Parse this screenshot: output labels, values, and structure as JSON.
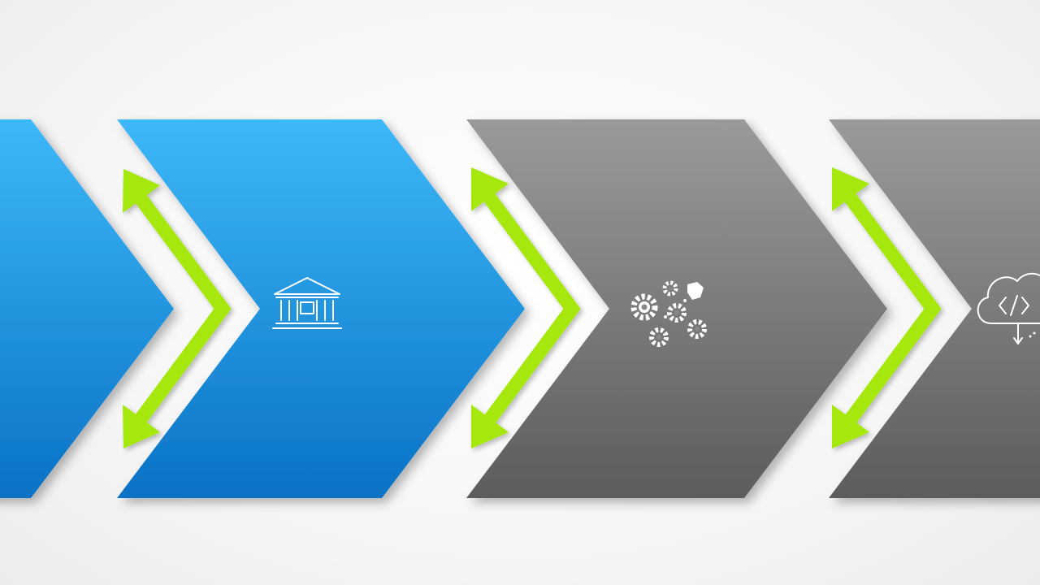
{
  "diagram": {
    "type": "chevron-process-flow",
    "colors": {
      "blue_top": "#3db8f8",
      "blue_bottom": "#0a72c6",
      "gray_top": "#9a9a9a",
      "gray_bottom": "#5c5c5c",
      "arrow_green": "#a6e810",
      "background": "#f4f4f4"
    },
    "stages": [
      {
        "id": "stage-1",
        "color": "blue",
        "icon": "none"
      },
      {
        "id": "stage-2",
        "color": "blue",
        "icon": "bank-icon"
      },
      {
        "id": "stage-3",
        "color": "gray",
        "icon": "gears-icon"
      },
      {
        "id": "stage-4",
        "color": "gray",
        "icon": "cloud-code-icon"
      }
    ],
    "connectors": [
      {
        "between": [
          "stage-1",
          "stage-2"
        ],
        "icon": "double-arrow-icon",
        "direction": "bidirectional"
      },
      {
        "between": [
          "stage-2",
          "stage-3"
        ],
        "icon": "double-arrow-icon",
        "direction": "bidirectional"
      },
      {
        "between": [
          "stage-3",
          "stage-4"
        ],
        "icon": "double-arrow-icon",
        "direction": "bidirectional"
      }
    ]
  }
}
